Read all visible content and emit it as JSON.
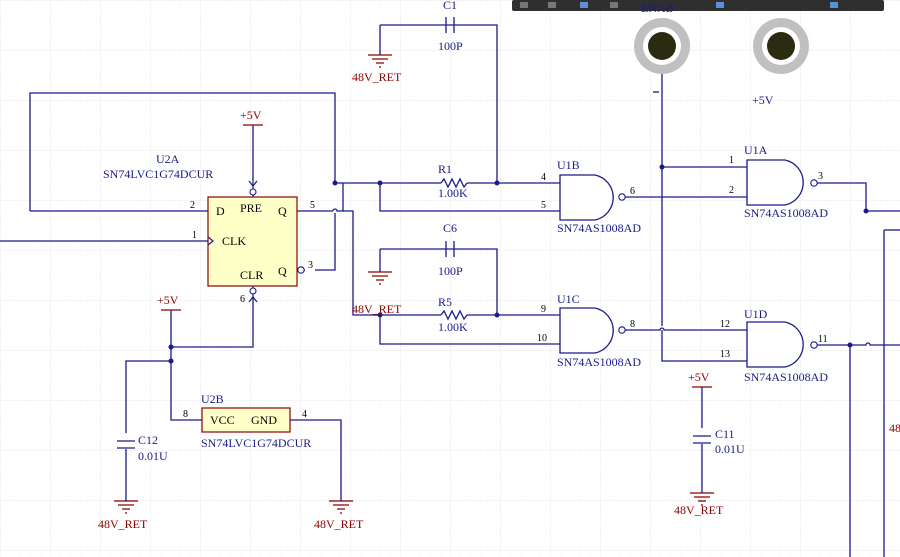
{
  "u2a": {
    "ref": "U2A",
    "part": "SN74LVC1G74DCUR",
    "pin_d": "D",
    "pin_pre": "PRE",
    "pin_q": "Q",
    "pin_clk": "CLK",
    "pin_clr": "CLR",
    "pin_qn": "Q",
    "p2": "2",
    "p5": "5",
    "p1": "1",
    "p3": "3",
    "p6": "6"
  },
  "u2b": {
    "ref": "U2B",
    "part": "SN74LVC1G74DCUR",
    "pin_vcc": "VCC",
    "pin_gnd": "GND",
    "p8": "8",
    "p4": "4"
  },
  "u1b": {
    "ref": "U1B",
    "part": "SN74AS1008AD",
    "p4": "4",
    "p5": "5",
    "p6": "6"
  },
  "u1c": {
    "ref": "U1C",
    "part": "SN74AS1008AD",
    "p9": "9",
    "p10": "10",
    "p8": "8"
  },
  "u1a": {
    "ref": "U1A",
    "part": "SN74AS1008AD",
    "p1": "1",
    "p2": "2",
    "p3": "3"
  },
  "u1d": {
    "ref": "U1D",
    "part": "SN74AS1008AD",
    "p12": "12",
    "p13": "13",
    "p11": "11"
  },
  "c1": {
    "ref": "C1",
    "value": "100P"
  },
  "c6": {
    "ref": "C6",
    "value": "100P"
  },
  "c11": {
    "ref": "C11",
    "value": "0.01U"
  },
  "c12": {
    "ref": "C12",
    "value": "0.01U"
  },
  "r1": {
    "ref": "R1",
    "value": "1.00K"
  },
  "r5": {
    "ref": "R5",
    "value": "1.00K"
  },
  "nets": {
    "p5v": "+5V",
    "gnd": "48V_RET",
    "gnd_cut": "48",
    "enab": "ENAB"
  },
  "toolbar": {
    "icons": [
      "wire-tool-icon",
      "bus-tool-icon",
      "port-tool-icon",
      "power-tool-icon",
      "part-tool-icon",
      "text-tool-icon"
    ]
  },
  "colors": {
    "wire": "#1a1a8c",
    "body": "#ffffc8",
    "power": "#8b0000",
    "grid": "#e2e2e2"
  }
}
